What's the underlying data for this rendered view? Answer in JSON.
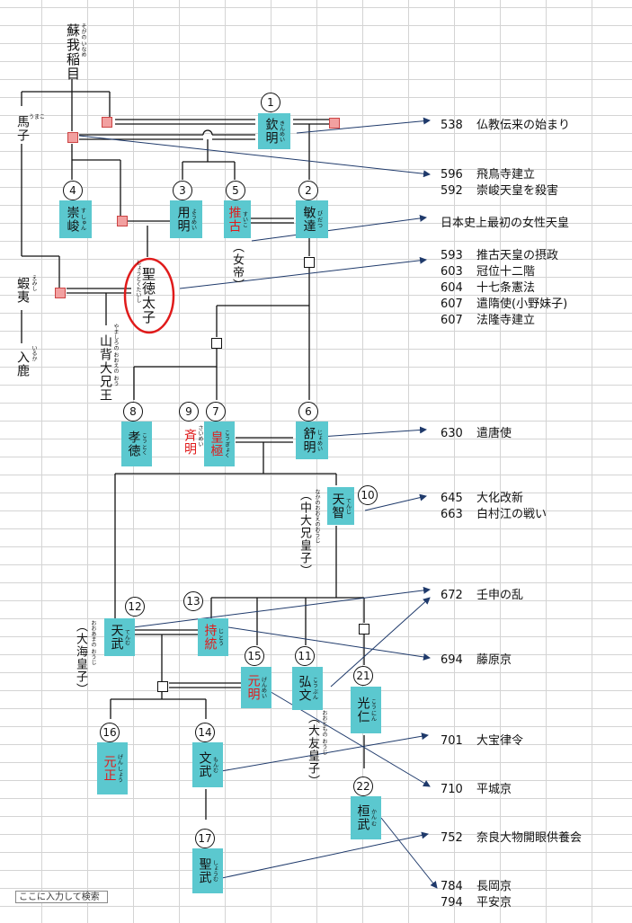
{
  "people": {
    "soga_iname": {
      "name": "蘇我稲目",
      "ruby": "そがの いなめ"
    },
    "umako": {
      "name": "馬子",
      "ruby": "うまこ"
    },
    "emishi": {
      "name": "蝦夷",
      "ruby": "えみし"
    },
    "iruka": {
      "name": "入鹿",
      "ruby": "いるか"
    },
    "shotoku": {
      "name": "聖徳太子",
      "ruby": "しょうとくたいし"
    },
    "yamashiro": {
      "name": "山背大兄王",
      "ruby": "やましろの おおえの おう"
    },
    "kinmei": {
      "num": "1",
      "name": "欽明",
      "ruby": "きんめい"
    },
    "bidatsu": {
      "num": "2",
      "name": "敏達",
      "ruby": "び だつ"
    },
    "yomei": {
      "num": "3",
      "name": "用明",
      "ruby": "ようめい"
    },
    "sushun": {
      "num": "4",
      "name": "崇峻",
      "ruby": "す しゅん"
    },
    "suiko": {
      "num": "5",
      "name": "推古",
      "ruby": "すいこ",
      "note": "（女帝）"
    },
    "jomei": {
      "num": "6",
      "name": "舒明",
      "ruby": "じょめい"
    },
    "kogyoku": {
      "num": "7",
      "name": "皇極",
      "ruby": "こう ぎょく"
    },
    "kotoku": {
      "num": "8",
      "name": "孝徳",
      "ruby": "こう とく"
    },
    "saimei": {
      "num": "9",
      "name": "斉明",
      "ruby": "さいめい"
    },
    "tenji": {
      "num": "10",
      "name": "天智",
      "ruby": "てんじ",
      "note": "（中大兄皇子）",
      "note_ruby": "なかのおおえのおうじ"
    },
    "kobun": {
      "num": "11",
      "name": "弘文",
      "ruby": "こう ぶん",
      "note": "（大友皇子）",
      "note_ruby": "おおともの おうじ"
    },
    "tenmu": {
      "num": "12",
      "name": "天武",
      "ruby": "てんむ",
      "note": "（大海皇子）",
      "note_ruby": "おおあまの おうじ"
    },
    "jito": {
      "num": "13",
      "name": "持統",
      "ruby": "じ とう"
    },
    "monmu": {
      "num": "14",
      "name": "文武",
      "ruby": "もんむ"
    },
    "genmei": {
      "num": "15",
      "name": "元明",
      "ruby": "げんめい"
    },
    "gensho": {
      "num": "16",
      "name": "元正",
      "ruby": "げん しょう"
    },
    "shomu": {
      "num": "17",
      "name": "聖武",
      "ruby": "しょうむ"
    },
    "konin": {
      "num": "21",
      "name": "光仁",
      "ruby": "こう にん"
    },
    "kanmu": {
      "num": "22",
      "name": "桓武",
      "ruby": "かん む"
    }
  },
  "events": [
    {
      "year": "538",
      "text": "仏教伝来の始まり"
    },
    {
      "year": "596",
      "text": "飛鳥寺建立"
    },
    {
      "year": "592",
      "text": "崇峻天皇を殺害"
    },
    {
      "year": "",
      "text": "日本史上最初の女性天皇"
    },
    {
      "year": "593",
      "text": "推古天皇の摂政"
    },
    {
      "year": "603",
      "text": "冠位十二階"
    },
    {
      "year": "604",
      "text": "十七条憲法"
    },
    {
      "year": "607",
      "text": "遣隋使(小野妹子)"
    },
    {
      "year": "607",
      "text": "法隆寺建立"
    },
    {
      "year": "630",
      "text": "遣唐使"
    },
    {
      "year": "645",
      "text": "大化改新"
    },
    {
      "year": "663",
      "text": "白村江の戦い"
    },
    {
      "year": "672",
      "text": "壬申の乱"
    },
    {
      "year": "694",
      "text": "藤原京"
    },
    {
      "year": "701",
      "text": "大宝律令"
    },
    {
      "year": "710",
      "text": "平城京"
    },
    {
      "year": "752",
      "text": "奈良大物開眼供養会"
    },
    {
      "year": "784",
      "text": "長岡京"
    },
    {
      "year": "794",
      "text": "平安京"
    }
  ],
  "search_placeholder": "ここに入力して検索",
  "colors": {
    "box": "#5bc8cf",
    "female": "#e01b1b",
    "arrow": "#1f3a6b",
    "circle": "#e01b1b",
    "consort": "#f2a0a0"
  }
}
